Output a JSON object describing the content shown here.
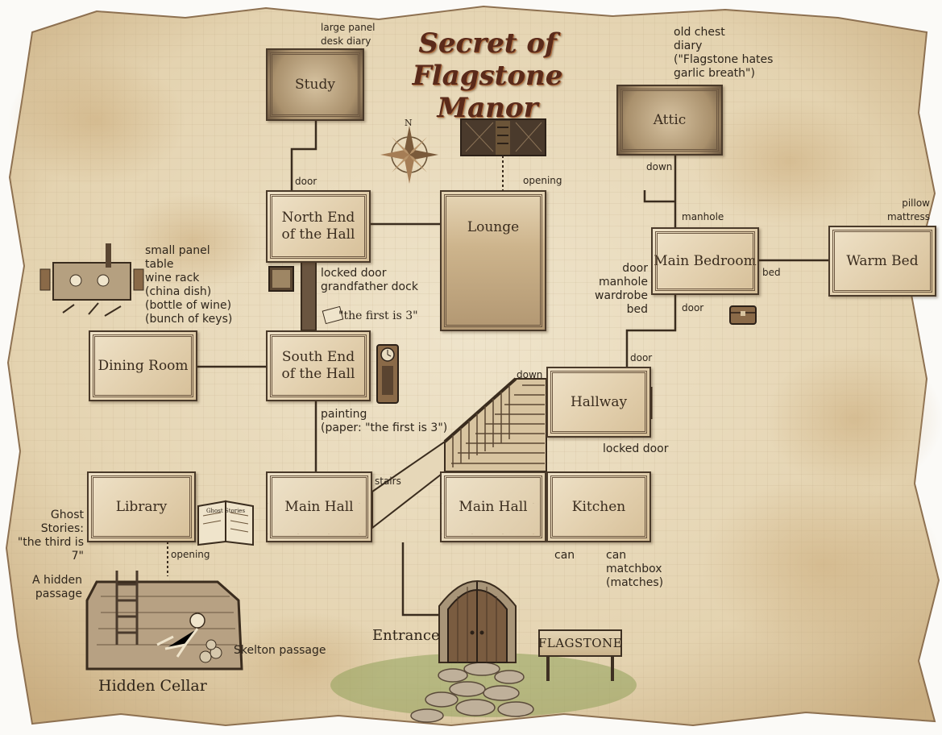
{
  "map": {
    "title_line1": "Secret of",
    "title_line2": "Flagstone Manor",
    "compass_label": "N",
    "rooms": {
      "study": "Study",
      "north_hall": "North End\nof the Hall",
      "lounge": "Lounge",
      "attic": "Attic",
      "main_bedroom": "Main Bedroom",
      "warm_bed": "Warm Bed",
      "dining_room": "Dining Room",
      "south_hall": "South End\nof the Hall",
      "hallway": "Hallway",
      "library": "Library",
      "main_hall_west": "Main Hall",
      "main_hall_east": "Main Hall",
      "kitchen": "Kitchen",
      "entrance": "Entrance",
      "hidden_cellar": "Hidden Cellar"
    },
    "connection_labels": {
      "study_door": "door",
      "lounge_opening": "opening",
      "attic_down": "down",
      "bedroom_manhole": "manhole",
      "bedroom_bed": "bed",
      "bedroom_door": "door",
      "hallway_door": "door",
      "stairs_down": "down",
      "stairs": "stairs",
      "library_opening": "opening",
      "locked_door_hallway": "locked door"
    },
    "notes": {
      "study": "large panel\ndesk diary",
      "attic": "old chest\ndiary\n(\"Flagstone hates\ngarlic breath\")",
      "warm_bed": "pillow\nmattress",
      "dining": "small panel\ntable\nwine rack\n(china dish)\n(bottle of wine)\n(bunch of keys)",
      "hall_lock": "locked door\ngrandfather dock",
      "clue_card": "\"the first is 3\"",
      "bedroom_items": "door\nmanhole\nwardrobe\nbed",
      "painting": "painting\n(paper: \"the first is 3\")",
      "ghost_stories": "Ghost\nStories:\n\"the third is 7\"",
      "hidden_passage": "A hidden\npassage",
      "skeleton": "Skelton passage",
      "kitchen_can": "can",
      "kitchen_items": "can\nmatchbox\n(matches)",
      "book": "Ghost Stories"
    },
    "sign_text": "FLAGSTONE",
    "colors": {
      "parchment": "#e8d9b8",
      "ink": "#3a2c1e",
      "title": "#5a2a1a",
      "grass": "#8fa05a"
    }
  }
}
